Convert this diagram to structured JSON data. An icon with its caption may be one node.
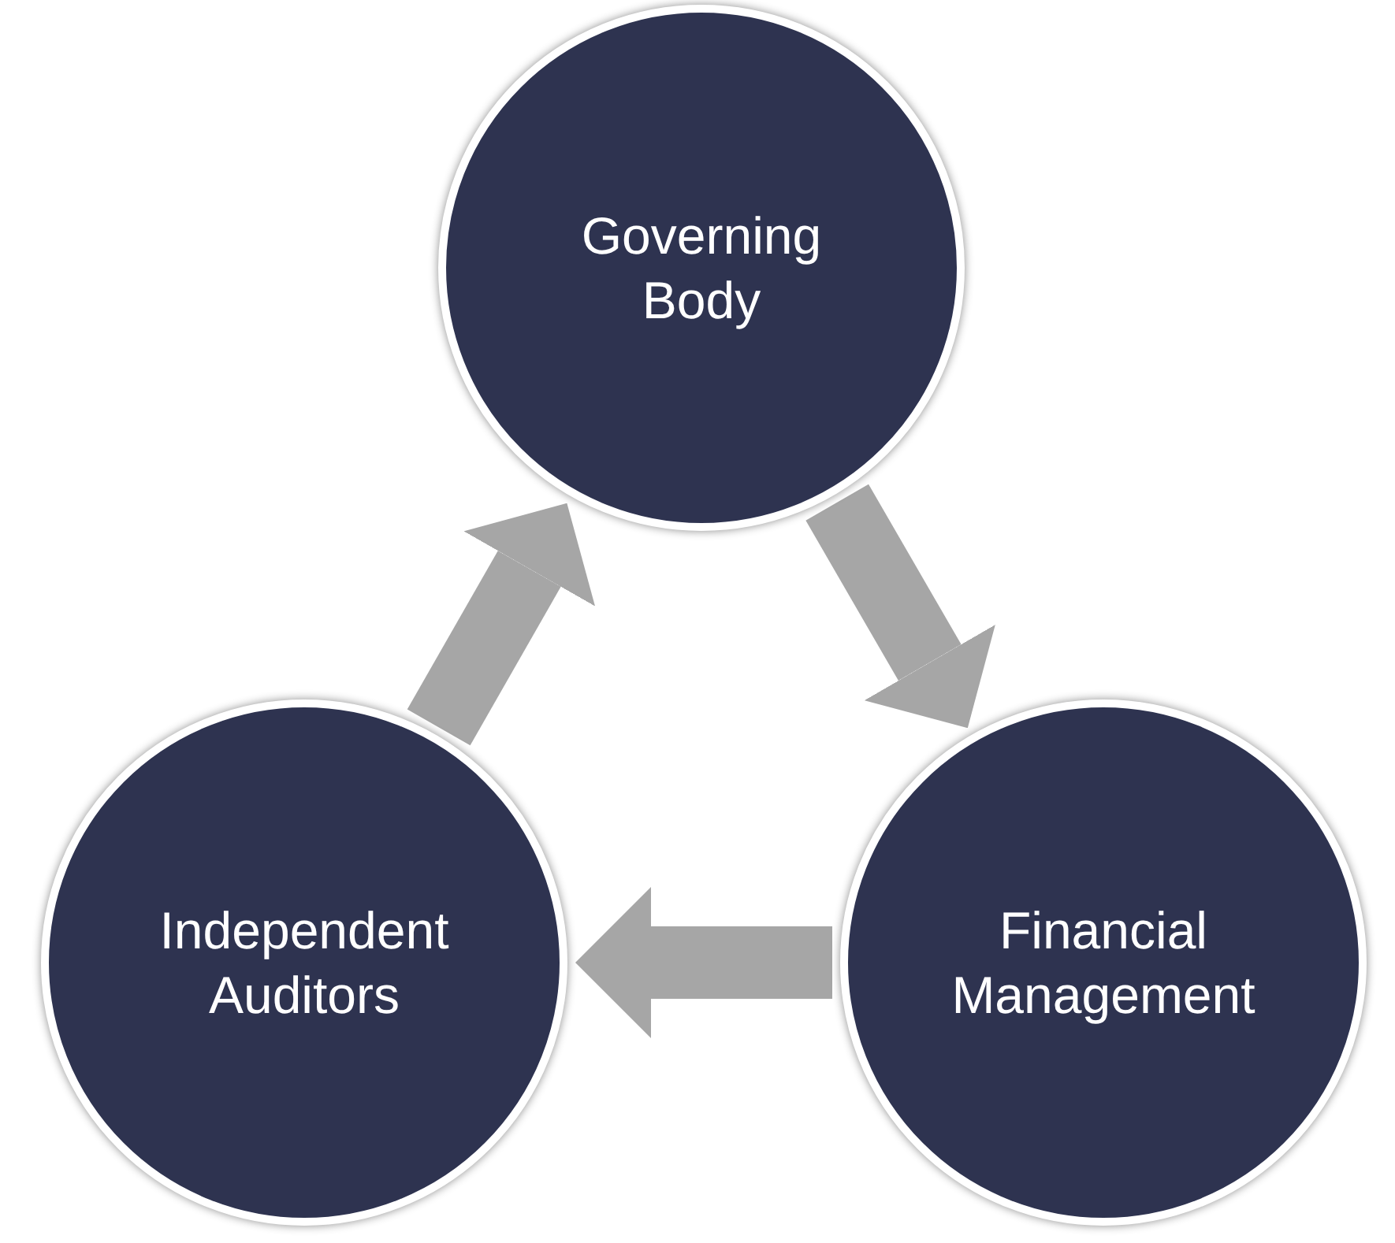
{
  "diagram": {
    "nodes": [
      {
        "text": [
          "Governing Body"
        ]
      },
      {
        "text": [
          "Financial Management"
        ]
      },
      {
        "text": [
          "Independent Auditors"
        ]
      }
    ],
    "edges": [
      {
        "from": 0,
        "to": 1,
        "arrow": "to"
      },
      {
        "from": 1,
        "to": 2,
        "arrow": "to"
      },
      {
        "from": 2,
        "to": 0,
        "arrow": "to"
      }
    ]
  }
}
